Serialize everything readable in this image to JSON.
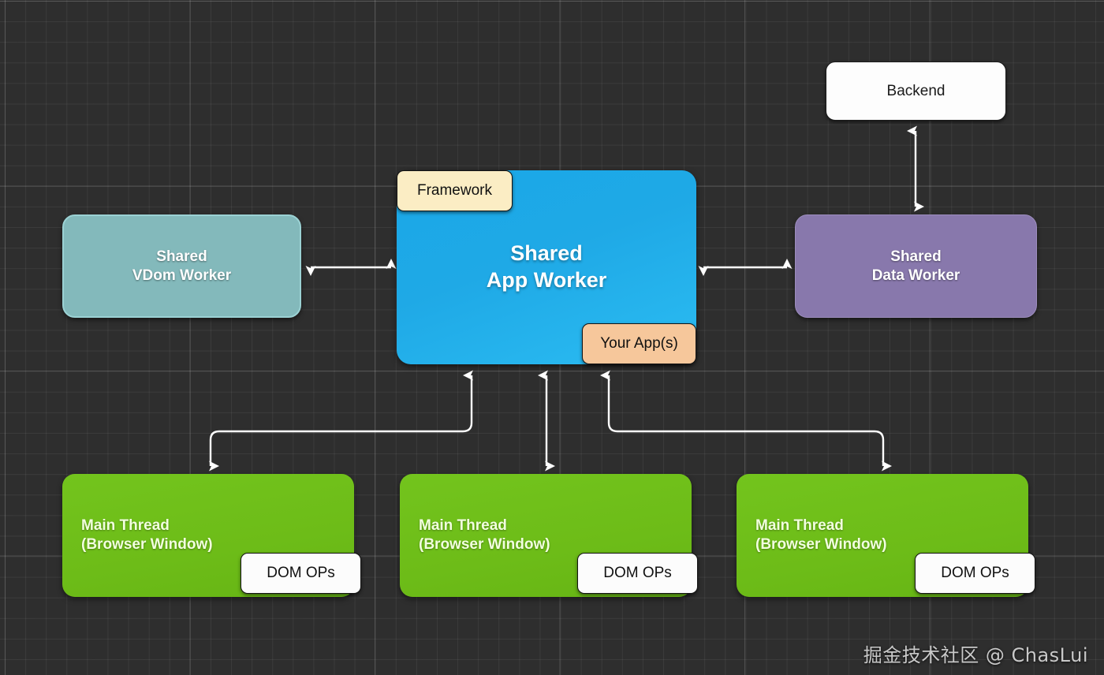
{
  "diagram": {
    "background_color": "#2e2e2e",
    "grid": "on",
    "nodes": {
      "backend": {
        "label": "Backend",
        "color": "#fdfdfd"
      },
      "vdom_worker": {
        "label": "Shared\nVDom Worker",
        "color": "#83b9bb"
      },
      "app_worker": {
        "label": "Shared\nApp Worker",
        "color": "#1fa9e6"
      },
      "data_worker": {
        "label": "Shared\nData Worker",
        "color": "#8878ac"
      },
      "main_thread_1": {
        "label": "Main Thread\n(Browser Window)",
        "color": "#6dbc18"
      },
      "main_thread_2": {
        "label": "Main Thread\n(Browser Window)",
        "color": "#6dbc18"
      },
      "main_thread_3": {
        "label": "Main Thread\n(Browser Window)",
        "color": "#6dbc18"
      }
    },
    "badges": {
      "framework": {
        "label": "Framework",
        "color": "#fbedc4"
      },
      "your_apps": {
        "label": "Your App(s)",
        "color": "#f6c79b"
      },
      "dom_ops_1": {
        "label": "DOM OPs",
        "color": "#fcfcfc"
      },
      "dom_ops_2": {
        "label": "DOM OPs",
        "color": "#fcfcfc"
      },
      "dom_ops_3": {
        "label": "DOM OPs",
        "color": "#fcfcfc"
      }
    },
    "connectors": [
      {
        "name": "backend-to-data-worker",
        "style": "double-arrow",
        "orientation": "vertical"
      },
      {
        "name": "vdom-worker-to-app-worker",
        "style": "double-arrow",
        "orientation": "horizontal"
      },
      {
        "name": "app-worker-to-data-worker",
        "style": "double-arrow",
        "orientation": "horizontal"
      },
      {
        "name": "app-worker-to-main-thread-1",
        "style": "elbow-arrow",
        "orientation": "vertical"
      },
      {
        "name": "app-worker-to-main-thread-2",
        "style": "double-arrow",
        "orientation": "vertical"
      },
      {
        "name": "app-worker-to-main-thread-3",
        "style": "elbow-arrow",
        "orientation": "vertical"
      }
    ],
    "arrow_color": "#ffffff"
  },
  "watermark": {
    "text": "掘金技术社区 @ ChasLui"
  }
}
